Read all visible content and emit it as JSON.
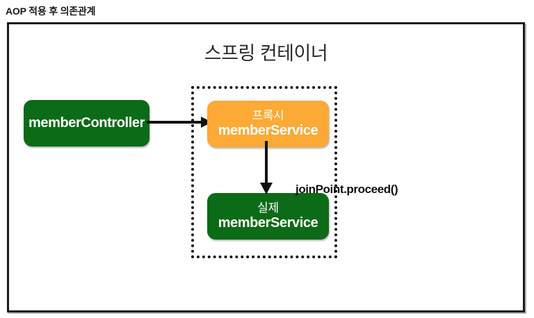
{
  "caption": {
    "text": "AOP 적용 후 의존관계"
  },
  "figure": {
    "heading": "스프링 컨테이너",
    "frame_border_color": "#1b1b1b",
    "background_color": "#ffffff"
  },
  "proxy_region": {
    "border_style": "dotted",
    "border_color": "#121212"
  },
  "nodes": [
    {
      "id": "member-controller",
      "label_ko": "",
      "label_en": "memberController",
      "color": "#0c6b16",
      "shape": "rounded-rectangle"
    },
    {
      "id": "proxy-member-service",
      "label_ko": "프록시",
      "label_en": "memberService",
      "color": "#fca935",
      "shape": "rounded-rectangle"
    },
    {
      "id": "real-member-service",
      "label_ko": "실제",
      "label_en": "memberService",
      "color": "#0c6b16",
      "shape": "rounded-rectangle"
    }
  ],
  "arrows": [
    {
      "id": "controller-to-proxy",
      "direction": "right",
      "color": "#111111",
      "label": ""
    },
    {
      "id": "proxy-to-real",
      "direction": "down",
      "color": "#111111",
      "label": "joinPoint.proceed()"
    }
  ],
  "annotations": {
    "joinpoint": "joinPoint.proceed()"
  }
}
